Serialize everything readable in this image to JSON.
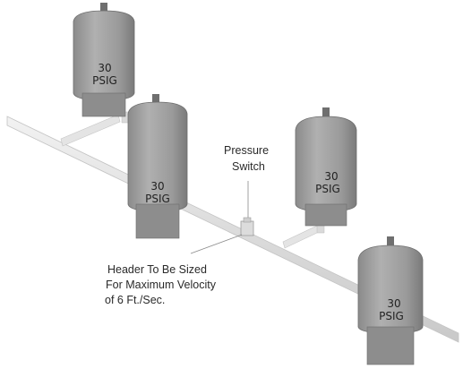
{
  "tanks": [
    {
      "pressure": "30",
      "unit": "PSIG"
    },
    {
      "pressure": "30",
      "unit": "PSIG"
    },
    {
      "pressure": "30",
      "unit": "PSIG"
    },
    {
      "pressure": "30",
      "unit": "PSIG"
    }
  ],
  "pressure_switch": {
    "line1": "Pressure",
    "line2": "Switch"
  },
  "header_note": {
    "line1": "Header To Be Sized",
    "line2": "For Maximum Velocity",
    "line3": "of 6 Ft./Sec."
  },
  "colors": {
    "tank_body": "#9a9a9a",
    "tank_shade": "#7f7f7f",
    "pipe": "#e6e6e6",
    "pipe_edge": "#bdbdbd"
  }
}
